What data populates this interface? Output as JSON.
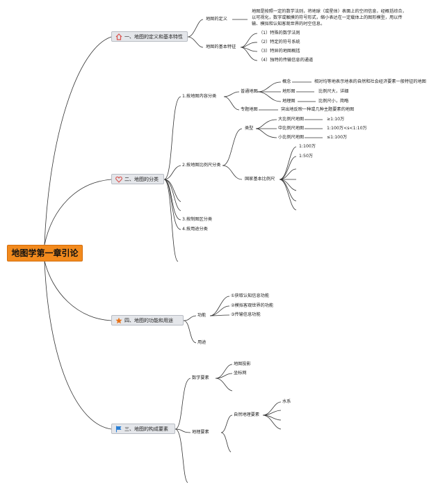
{
  "root": {
    "label": "地图学第一章引论"
  },
  "branches": {
    "b1": {
      "label": "一、地图的定义和基本特性",
      "icon": "house-icon",
      "definition": {
        "label": "地图的定义",
        "text": "地图是按照一定的数学法则，将地球（或星体）表面上的空间信息，经概括综合，以可视化，数字或触摸的符号形式，缩小表达在一定载体上的图形模型，用以传输、模拟和认知客观世界的时空信息。"
      },
      "features": {
        "label": "地图的基本特征",
        "items": [
          "（1）特殊的数学法则",
          "（2）特定的符号系统",
          "（3）特异的地图概括",
          "（4）独特的传输信息的通道"
        ]
      }
    },
    "b2": {
      "label": "二、地图的分类",
      "icon": "heart-icon",
      "by_content": {
        "label": "1.按地图内容分类",
        "general": {
          "label": "普通地图",
          "concept": {
            "label": "概念",
            "text": "相对均等地表示地表的自然和社会经济要素一般特征的地图"
          },
          "topo": {
            "label": "地形图",
            "text": "比例尺大，详细"
          },
          "geo": {
            "label": "地理图",
            "text": "比例尺小，简略"
          }
        },
        "thematic": {
          "label": "专题地图",
          "text": "突出地反映一种或几种主题要素的地图"
        }
      },
      "by_scale": {
        "label": "2.按地图比例尺分类",
        "types": {
          "label": "类型",
          "large": {
            "label": "大比例尺地图",
            "text": "≥1:10万"
          },
          "medium": {
            "label": "中比例尺地图",
            "text": "1:100万<s<1:10万"
          },
          "small": {
            "label": "小比例尺地图",
            "text": "≤1:100万"
          }
        },
        "national": {
          "label": "国家基本比例尺",
          "items": [
            "1:100万",
            "1:50万"
          ]
        }
      },
      "by_region": {
        "label": "3.按制图区分类"
      },
      "by_use": {
        "label": "4.按用途分类"
      }
    },
    "b4": {
      "label": "四、地图的功能和用途",
      "icon": "star-icon",
      "function": {
        "label": "功能",
        "items": [
          "①获取认知信息功能",
          "②模拟客观世界的功能",
          "③传输信息功能"
        ]
      },
      "use": {
        "label": "用途"
      }
    },
    "b3": {
      "label": "三、地图的构成要素",
      "icon": "flag-icon",
      "math": {
        "label": "数学要素",
        "items": [
          "地图投影",
          "坐标网"
        ]
      },
      "geo": {
        "label": "地理要素",
        "natural": {
          "label": "自然地理要素",
          "water": "水系"
        }
      }
    }
  },
  "colors": {
    "root": "#f28a1d",
    "branch_bg": "#e4e6ea",
    "line": "#333333",
    "house": "#d9534f",
    "heart": "#d9534f",
    "star": "#e8731a",
    "flag": "#2a7fd4"
  }
}
